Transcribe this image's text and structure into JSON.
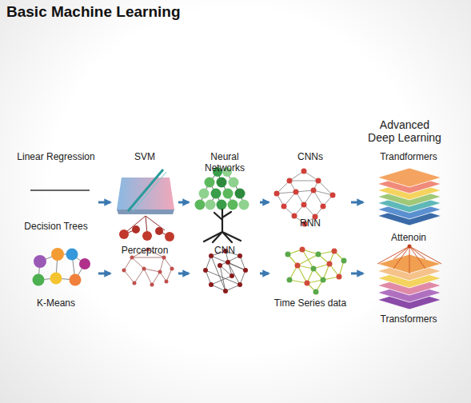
{
  "diagram": {
    "title": "Basic Machine Learning",
    "nodes": [
      {
        "text": [
          "Linear Regression"
        ]
      },
      {
        "text": [
          "SVM"
        ]
      },
      {
        "text": [
          "Neural Networks"
        ]
      },
      {
        "text": [
          "CNNs"
        ]
      },
      {
        "text": [
          "Trandformers"
        ]
      },
      {
        "text": [
          "Decision Trees",
          "K-Means"
        ]
      },
      {
        "text": [
          "Perceptron"
        ]
      },
      {
        "text": [
          "CNN"
        ]
      },
      {
        "text": [
          "RNN",
          "Time Series data"
        ]
      },
      {
        "text": [
          "Attenoin",
          "Transformers"
        ]
      }
    ],
    "edges": [
      {
        "from": 0,
        "to": 1,
        "arrow": "to"
      },
      {
        "from": 1,
        "to": 2,
        "arrow": "to"
      },
      {
        "from": 2,
        "to": 3,
        "arrow": "to"
      },
      {
        "from": 3,
        "to": 4,
        "arrow": "to"
      },
      {
        "from": 5,
        "to": 6,
        "arrow": "to"
      },
      {
        "from": 6,
        "to": 7,
        "arrow": "to"
      },
      {
        "from": 7,
        "to": 8,
        "arrow": "to"
      },
      {
        "from": 8,
        "to": 9,
        "arrow": "to"
      }
    ],
    "labels": [
      "Advanced Deep Learning"
    ]
  }
}
